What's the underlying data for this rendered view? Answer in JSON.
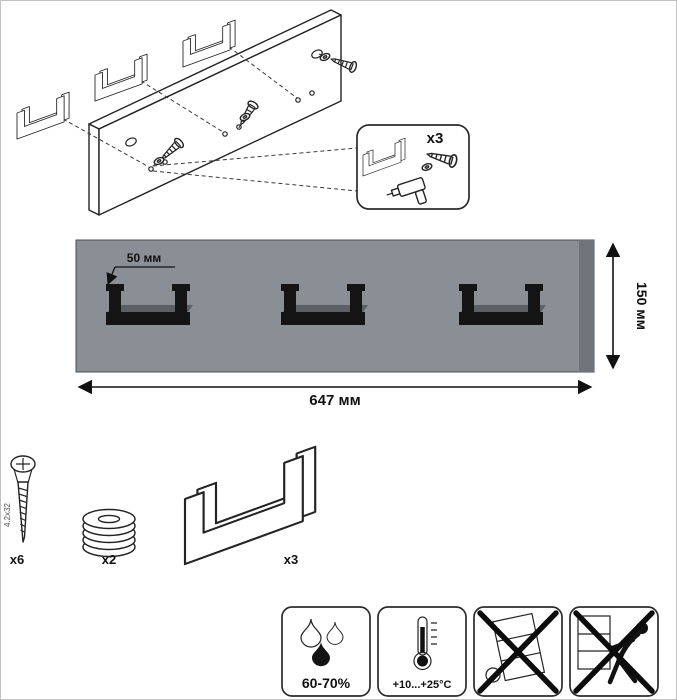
{
  "exploded": {
    "callout_qty": "x3"
  },
  "front_view": {
    "offset_label": "50 мм",
    "width_label": "647 мм",
    "height_label": "150 мм"
  },
  "parts": {
    "screw": {
      "qty": "x6",
      "size": "4.2x32"
    },
    "washer": {
      "qty": "x2"
    },
    "hook": {
      "qty": "x3"
    }
  },
  "care": {
    "humidity": "60-70%",
    "temperature": "+10...+25°C"
  },
  "colors": {
    "panel": "#898f95",
    "panel_edge": "#6e747a",
    "hook": "#141414",
    "outline": "#232323"
  }
}
